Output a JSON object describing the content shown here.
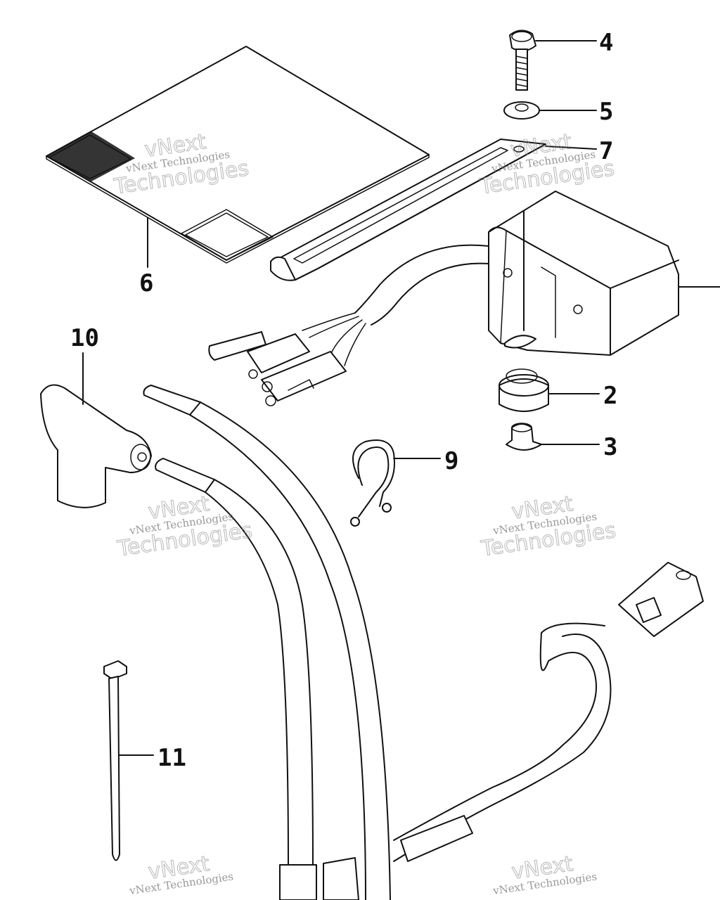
{
  "diagram": {
    "callouts": [
      {
        "id": "callout-4",
        "label": "4"
      },
      {
        "id": "callout-5",
        "label": "5"
      },
      {
        "id": "callout-7",
        "label": "7"
      },
      {
        "id": "callout-6",
        "label": "6"
      },
      {
        "id": "callout-10",
        "label": "10"
      },
      {
        "id": "callout-2",
        "label": "2"
      },
      {
        "id": "callout-3",
        "label": "3"
      },
      {
        "id": "callout-9",
        "label": "9"
      },
      {
        "id": "callout-11",
        "label": "11"
      }
    ]
  },
  "watermark": {
    "brand": "vNext",
    "text": "vNext Technologies",
    "big": "Technologies"
  }
}
